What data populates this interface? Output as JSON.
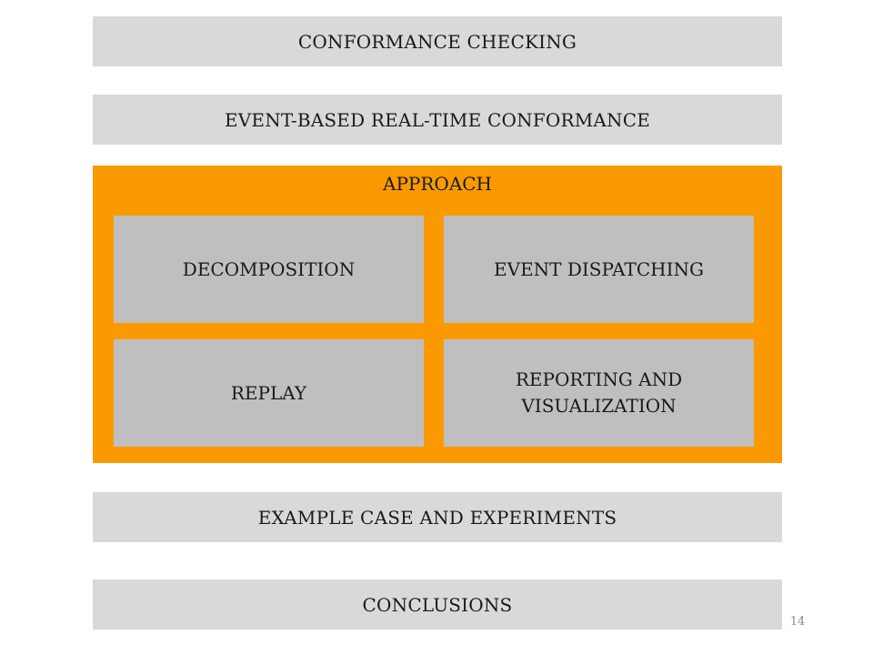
{
  "sections": {
    "conformance_checking": "CONFORMANCE CHECKING",
    "event_based": "EVENT-BASED REAL-TIME CONFORMANCE",
    "example_case": "EXAMPLE CASE AND EXPERIMENTS",
    "conclusions": "CONCLUSIONS"
  },
  "approach": {
    "title": "APPROACH",
    "components": {
      "decomposition": "DECOMPOSITION",
      "event_dispatching": "EVENT DISPATCHING",
      "replay": "REPLAY",
      "reporting": "REPORTING AND VISUALIZATION"
    }
  },
  "page_number": "14",
  "colors": {
    "section_bar": "#d9d9d9",
    "approach_box": "#fa9a00",
    "component_box": "#bfbfbf"
  }
}
